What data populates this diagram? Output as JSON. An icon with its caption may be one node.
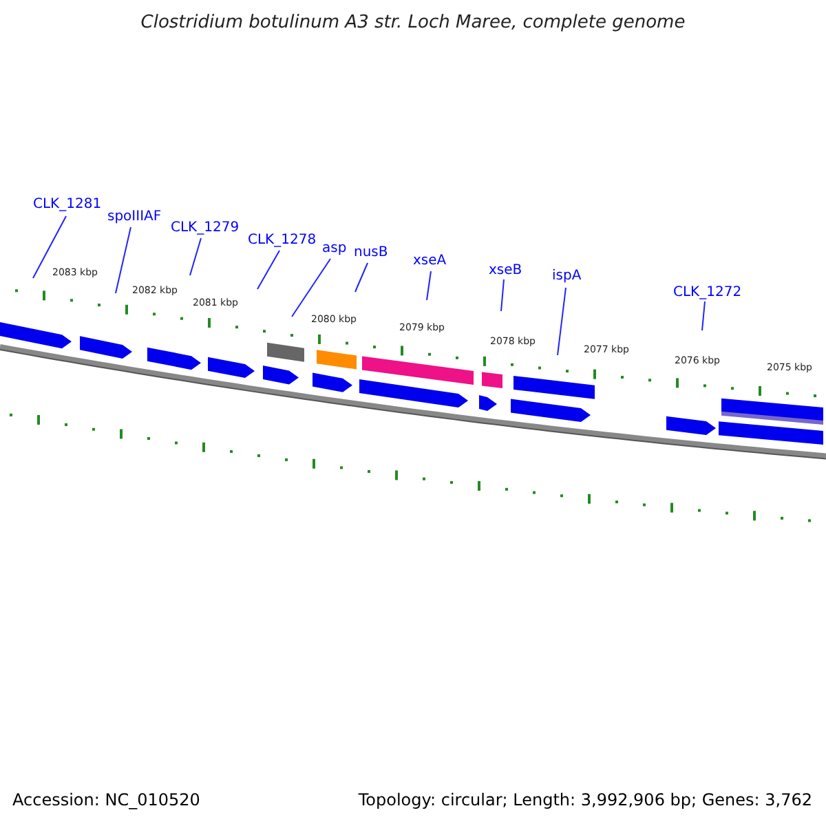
{
  "diagram": {
    "title": "Clostridium botulinum A3 str. Loch Maree, complete genome",
    "nodes": [
      {
        "text": [
          "CLK_1281"
        ]
      },
      {
        "text": [
          "spoIIIAF"
        ]
      },
      {
        "text": [
          "CLK_1279"
        ]
      },
      {
        "text": [
          "CLK_1278"
        ]
      },
      {
        "text": [
          "asp"
        ]
      },
      {
        "text": [
          "nusB"
        ]
      },
      {
        "text": [
          "xseA"
        ]
      },
      {
        "text": [
          "xseB"
        ]
      },
      {
        "text": [
          "ispA"
        ]
      },
      {
        "text": [
          "CLK_1272"
        ]
      }
    ],
    "edges": [
      {
        "from": 0,
        "to": null,
        "arrow": "none"
      },
      {
        "from": 1,
        "to": null,
        "arrow": "none"
      },
      {
        "from": 2,
        "to": null,
        "arrow": "none"
      },
      {
        "from": 3,
        "to": null,
        "arrow": "none"
      },
      {
        "from": 4,
        "to": null,
        "arrow": "none"
      },
      {
        "from": 5,
        "to": null,
        "arrow": "none"
      },
      {
        "from": 6,
        "to": null,
        "arrow": "none"
      },
      {
        "from": 7,
        "to": null,
        "arrow": "none"
      },
      {
        "from": 8,
        "to": null,
        "arrow": "none"
      },
      {
        "from": 9,
        "to": null,
        "arrow": "none"
      }
    ],
    "labels": [
      "2083 kbp",
      "2082 kbp",
      "2081 kbp",
      "2080 kbp",
      "2079 kbp",
      "2078 kbp",
      "2077 kbp",
      "2076 kbp",
      "2075 kbp",
      "Accession: NC_010520",
      "Topology: circular; Length: 3,992,906 bp; Genes: 3,762"
    ]
  }
}
